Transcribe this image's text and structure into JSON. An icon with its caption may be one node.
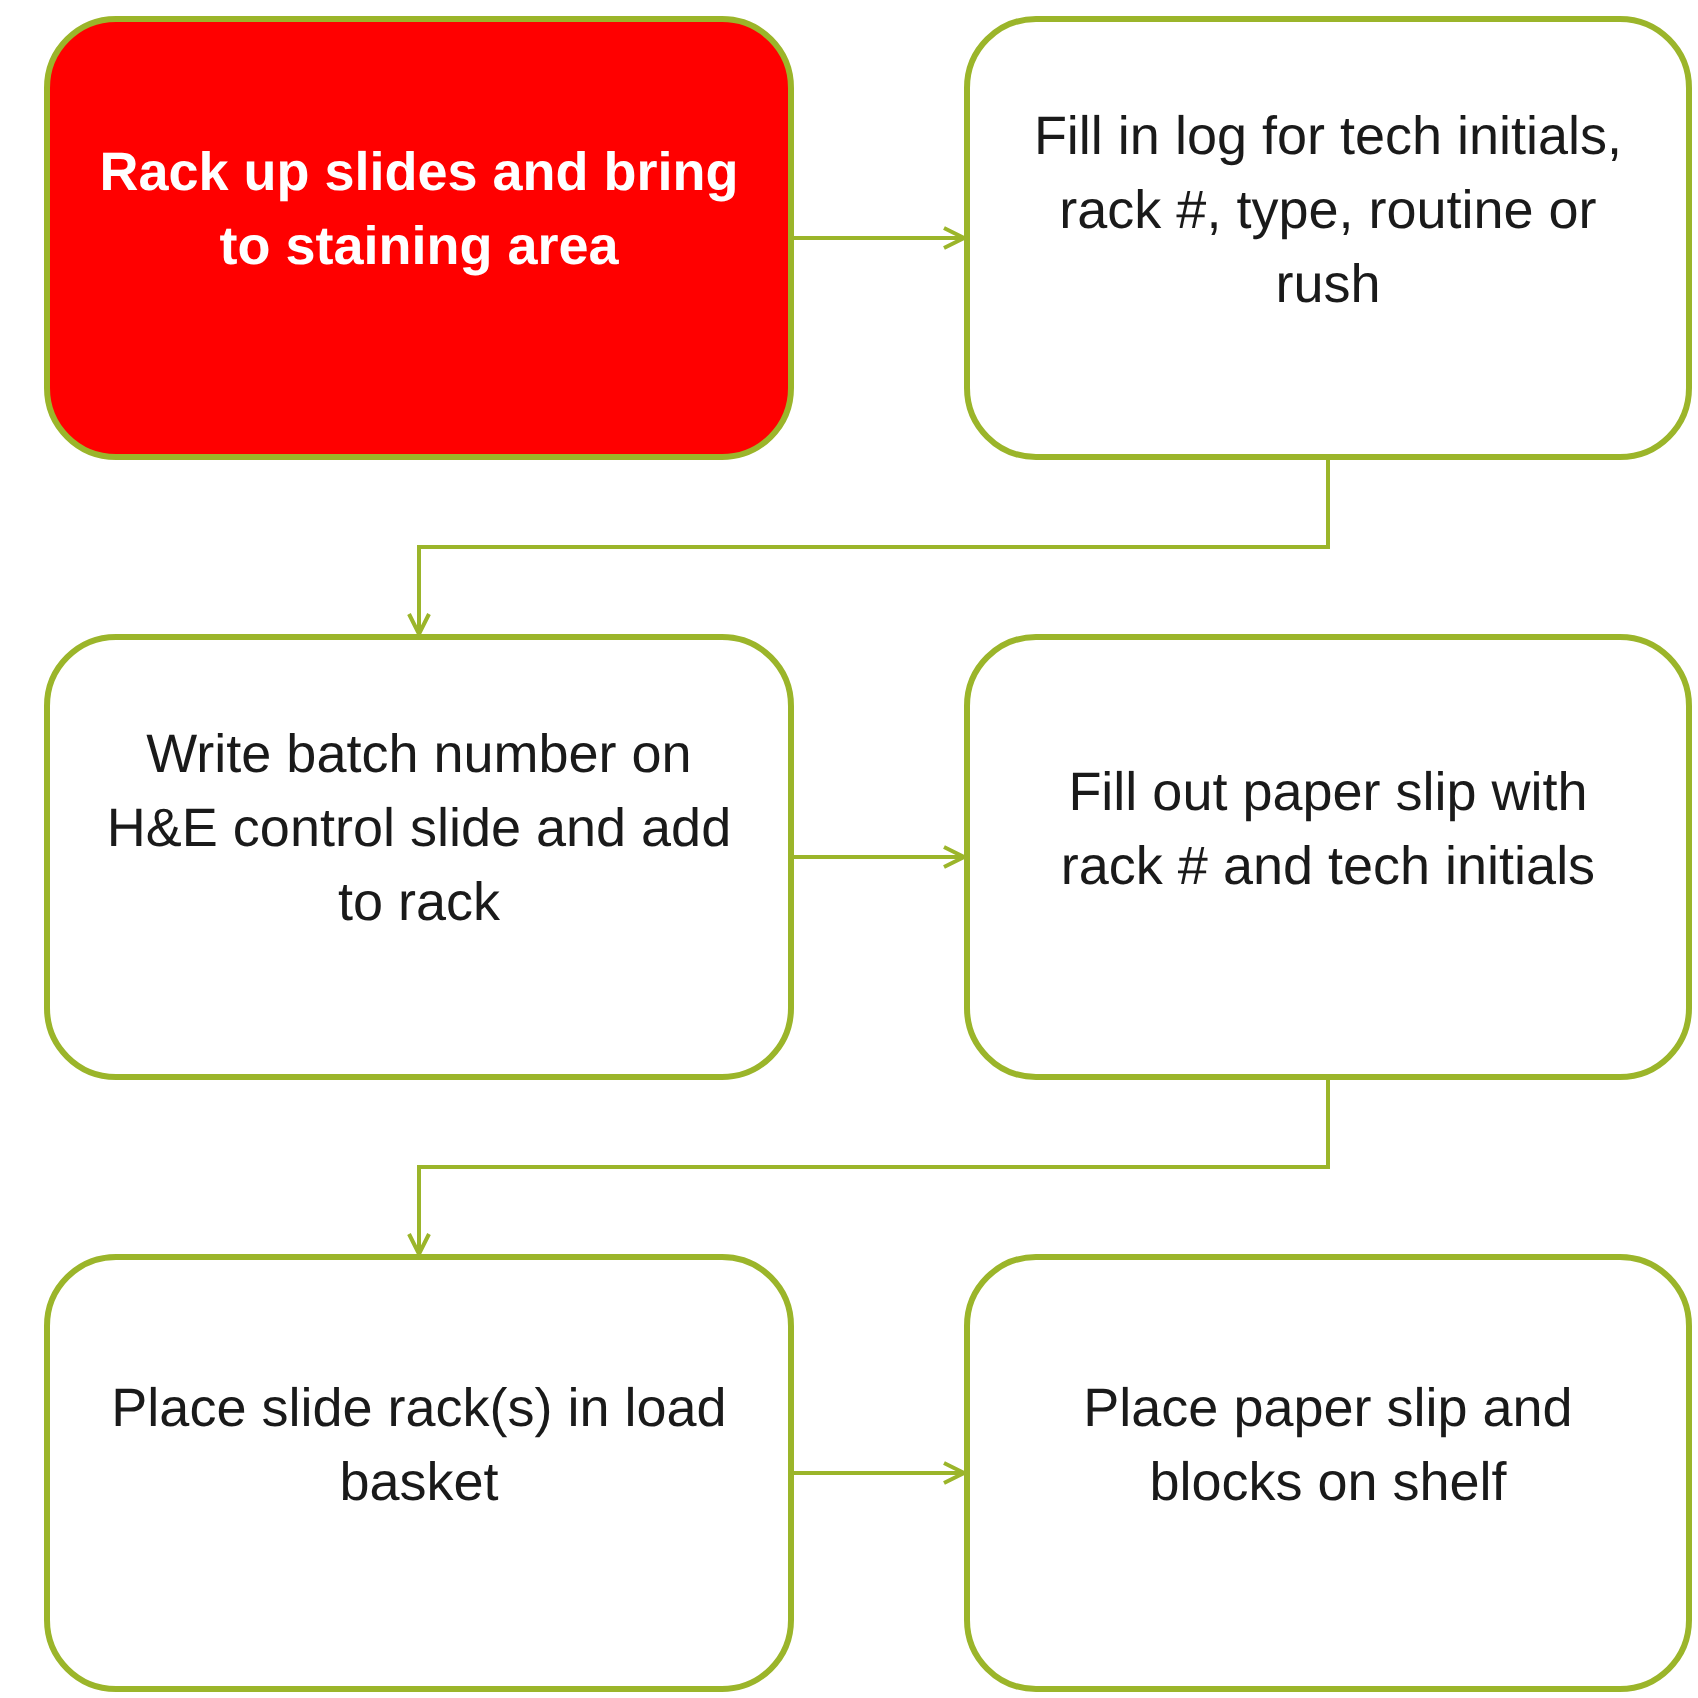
{
  "diagram": {
    "nodes": [
      {
        "text": [
          "Rack up slides and bring to staining area"
        ]
      },
      {
        "text": [
          "Fill in log for tech initials, rack #, type, routine or rush"
        ]
      },
      {
        "text": [
          "Write batch number on H&E control slide and add to rack"
        ]
      },
      {
        "text": [
          "Fill out paper slip with rack # and tech initials"
        ]
      },
      {
        "text": [
          "Place slide rack(s) in load basket"
        ]
      },
      {
        "text": [
          "Place paper slip and blocks on shelf"
        ]
      }
    ],
    "edges": [
      {
        "from": 0,
        "to": 1,
        "arrow": "to"
      },
      {
        "from": 1,
        "to": 2,
        "arrow": "to"
      },
      {
        "from": 2,
        "to": 3,
        "arrow": "to"
      },
      {
        "from": 3,
        "to": 4,
        "arrow": "to"
      },
      {
        "from": 4,
        "to": 5,
        "arrow": "to"
      }
    ]
  }
}
